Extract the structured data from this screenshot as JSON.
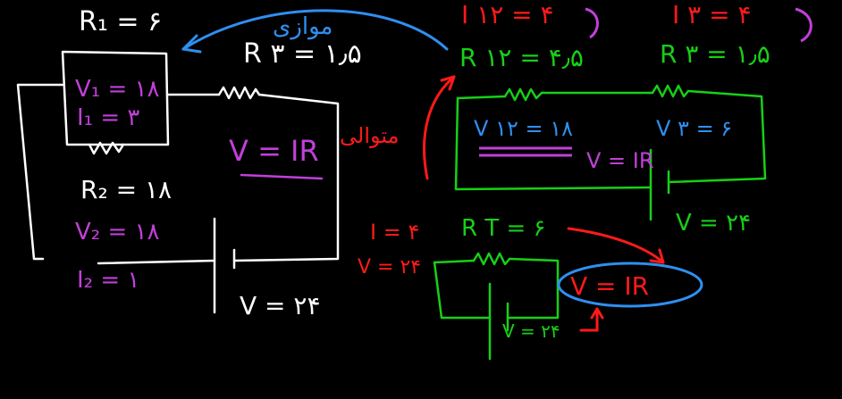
{
  "colors": {
    "background": "#000000",
    "white": "#ffffff",
    "purple": "#c040d8",
    "blue": "#2f8ff0",
    "red": "#ff1a1a",
    "green": "#17d017"
  },
  "left_circuit": {
    "r1": "R₁ = ۶",
    "v1": "V₁ = ۱۸",
    "i1": "I₁ = ۳",
    "r3": "R ۳ = ۱٫۵",
    "r2": "R₂ = ۱۸",
    "v2": "V₂ = ۱۸",
    "i2": "I₂ = ۱",
    "formula": "V = IR",
    "source_voltage": "V = ۲۴"
  },
  "parallel_annotation": "موازی",
  "series_annotation": "متوالی",
  "right_top": {
    "i12": "I ۱۲ = ۴",
    "i3": "I ۳ = ۴",
    "r12": "R ۱۲ = ۴٫۵",
    "r3": "R ۳ = ۱٫۵",
    "v12": "V ۱۲ = ۱۸",
    "v3": "V ۳ = ۶",
    "formula": "V = IR",
    "source_voltage": "V = ۲۴"
  },
  "right_bottom": {
    "current": "I = ۴",
    "rt": "R T = ۶",
    "voltage_red": "V = ۲۴",
    "formula": "V = IR",
    "source_voltage": "V = ۲۴"
  }
}
